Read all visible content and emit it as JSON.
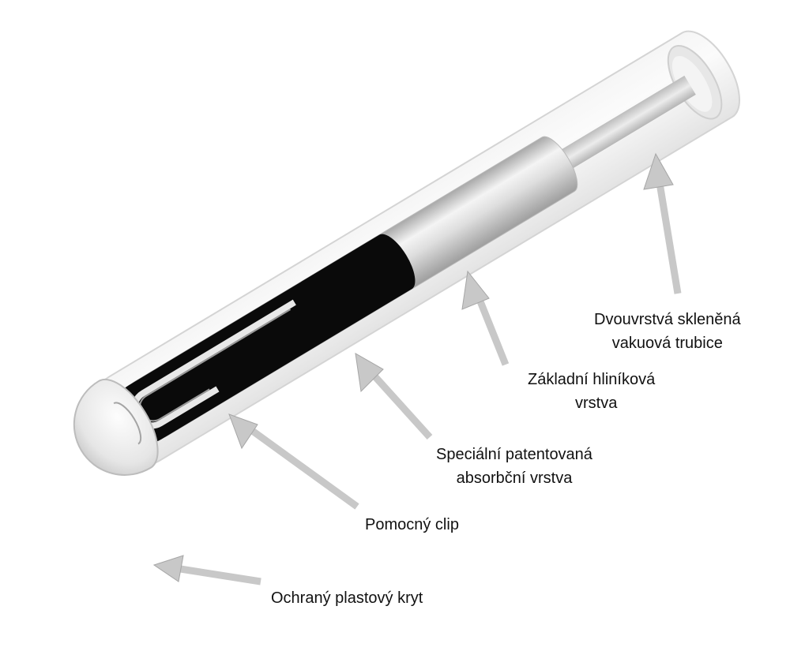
{
  "diagram": {
    "labels": {
      "glass_tube": {
        "line1": "Dvouvrstvá skleněná",
        "line2": "vakuová trubice"
      },
      "aluminium_layer": {
        "line1": "Základní hliníková",
        "line2": "vrstva"
      },
      "absorber_layer": {
        "line1": "Speciální patentovaná",
        "line2": "absorbční vrstva"
      },
      "clip": "Pomocný clip",
      "cover": "Ochraný plastový kryt"
    },
    "colors": {
      "absorber": "#0a0a0a",
      "aluminium": "#d9d9d9",
      "glass": "#eeeeee",
      "arrow": "#c8c8c8",
      "text": "#111111"
    }
  }
}
